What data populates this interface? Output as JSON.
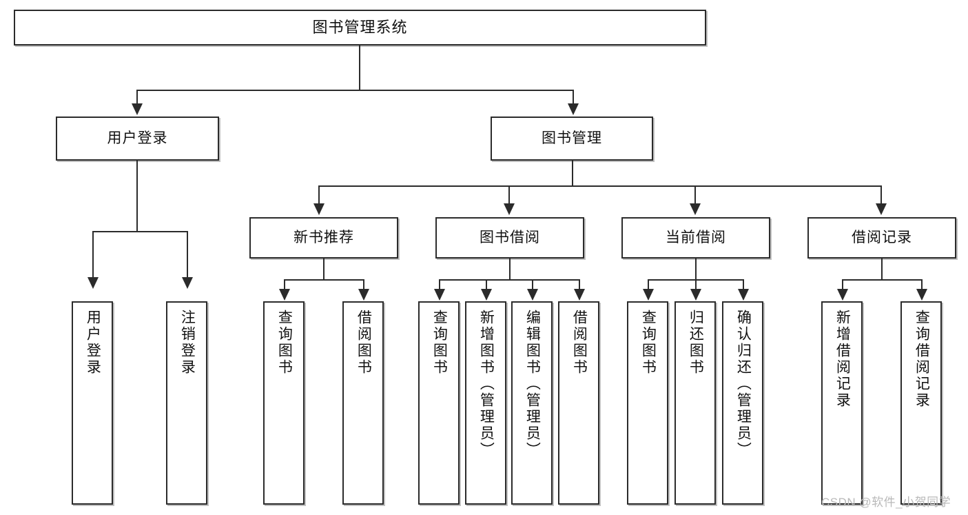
{
  "diagram": {
    "type": "tree",
    "title": "图书管理系统",
    "watermark": "CSDN @软件_小贺同学",
    "colors": {
      "box_border": "#2b2b2b",
      "box_fill": "#ffffff",
      "connector": "#2b2b2b",
      "text": "#111111",
      "watermark": "#b9b9b9",
      "background": "#ffffff"
    },
    "root": {
      "label": "图书管理系统"
    },
    "level2": [
      {
        "id": "user-login",
        "label": "用户登录"
      },
      {
        "id": "book-management",
        "label": "图书管理"
      }
    ],
    "level3": [
      {
        "id": "new-book-recommend",
        "label": "新书推荐"
      },
      {
        "id": "book-borrow",
        "label": "图书借阅"
      },
      {
        "id": "current-borrow",
        "label": "当前借阅"
      },
      {
        "id": "borrow-record",
        "label": "借阅记录"
      }
    ],
    "leaves": {
      "user_login": [
        {
          "id": "leaf-user-login",
          "label": "用户登录"
        },
        {
          "id": "leaf-logout-login",
          "label": "注销登录"
        }
      ],
      "new_book_recommend": [
        {
          "id": "leaf-query-book-1",
          "label": "查询图书"
        },
        {
          "id": "leaf-borrow-book-1",
          "label": "借阅图书"
        }
      ],
      "book_borrow": [
        {
          "id": "leaf-query-book-2",
          "label": "查询图书"
        },
        {
          "id": "leaf-add-book-admin",
          "label": "新增图书（管理员）"
        },
        {
          "id": "leaf-edit-book-admin",
          "label": "编辑图书（管理员）"
        },
        {
          "id": "leaf-borrow-book-2",
          "label": "借阅图书"
        }
      ],
      "current_borrow": [
        {
          "id": "leaf-query-book-3",
          "label": "查询图书"
        },
        {
          "id": "leaf-return-book",
          "label": "归还图书"
        },
        {
          "id": "leaf-confirm-return-admin",
          "label": "确认归还（管理员）"
        }
      ],
      "borrow_record": [
        {
          "id": "leaf-add-borrow-record",
          "label": "新增借阅记录"
        },
        {
          "id": "leaf-query-borrow-record",
          "label": "查询借阅记录"
        }
      ]
    }
  }
}
